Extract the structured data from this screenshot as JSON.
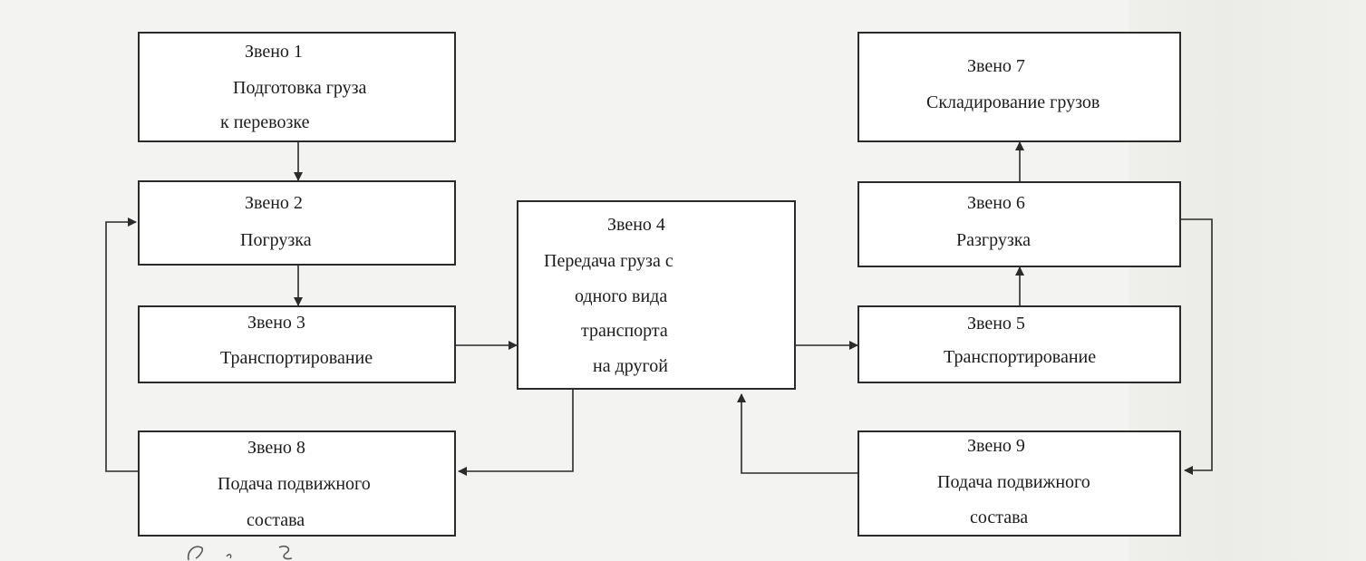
{
  "nodes": {
    "link1": {
      "title": "Звено 1",
      "lines": [
        "Подготовка груза",
        "к перевозке"
      ]
    },
    "link2": {
      "title": "Звено 2",
      "lines": [
        "Погрузка"
      ]
    },
    "link3": {
      "title": "Звено 3",
      "lines": [
        "Транспортирование"
      ]
    },
    "link4": {
      "title": "Звено 4",
      "lines": [
        "Передача груза с",
        "одного вида",
        "транспорта",
        "на другой"
      ]
    },
    "link5": {
      "title": "Звено 5",
      "lines": [
        "Транспортирование"
      ]
    },
    "link6": {
      "title": "Звено 6",
      "lines": [
        "Разгрузка"
      ]
    },
    "link7": {
      "title": "Звено 7",
      "lines": [
        "Складирование грузов"
      ]
    },
    "link8": {
      "title": "Звено 8",
      "lines": [
        "Подача подвижного",
        "состава"
      ]
    },
    "link9": {
      "title": "Звено 9",
      "lines": [
        "Подача подвижного",
        "состава"
      ]
    }
  },
  "edges": [
    {
      "from": "Звено 1",
      "to": "Звено 2"
    },
    {
      "from": "Звено 2",
      "to": "Звено 3"
    },
    {
      "from": "Звено 3",
      "to": "Звено 4"
    },
    {
      "from": "Звено 4",
      "to": "Звено 5"
    },
    {
      "from": "Звено 5",
      "to": "Звено 6"
    },
    {
      "from": "Звено 6",
      "to": "Звено 7"
    },
    {
      "from": "Звено 4",
      "to": "Звено 8"
    },
    {
      "from": "Звено 8",
      "to": "Звено 2"
    },
    {
      "from": "Звено 6",
      "to": "Звено 9"
    },
    {
      "from": "Звено 9",
      "to": "Звено 4"
    }
  ],
  "colors": {
    "background": "#f3f3f1",
    "box_fill": "#ffffff",
    "stroke": "#2b2b2b",
    "text": "#1c1c1c"
  }
}
